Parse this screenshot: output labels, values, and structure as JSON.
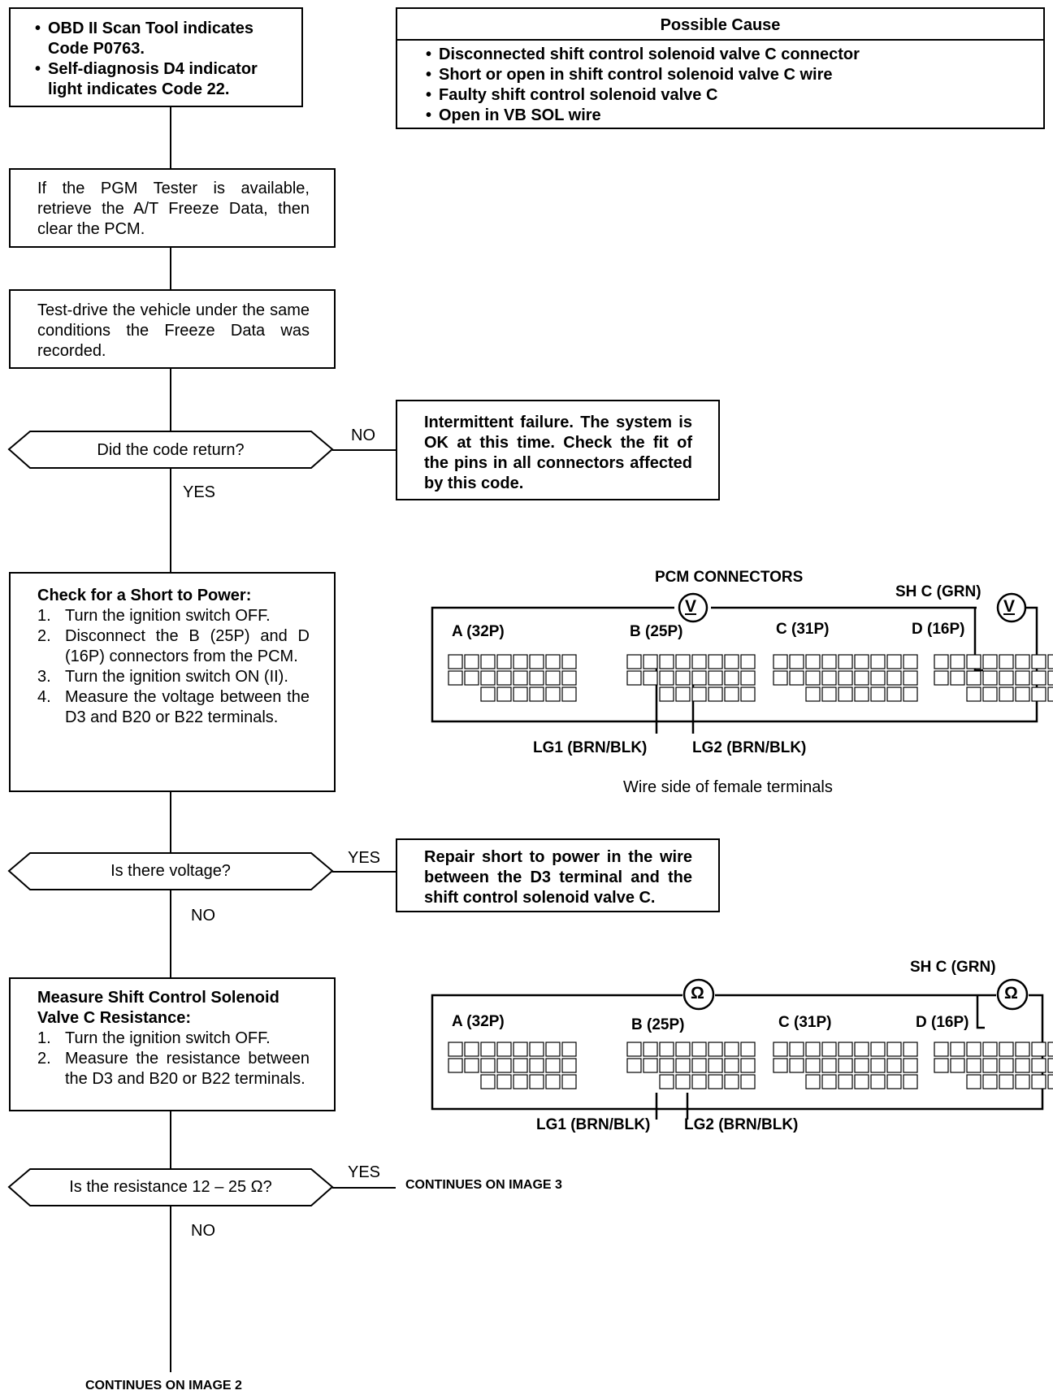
{
  "start_box": {
    "items": [
      "OBD II Scan Tool indicates Code P0763.",
      "Self-diagnosis D4 indicator light indicates Code 22."
    ],
    "d4_badge": "D4"
  },
  "possible_cause": {
    "title": "Possible Cause",
    "items": [
      "Disconnected shift control solenoid valve C connector",
      "Short or open in shift control solenoid valve C wire",
      "Faulty shift control solenoid valve C",
      "Open in VB SOL wire"
    ]
  },
  "pgm_box": "If the PGM Tester is available, retrieve the A/T Freeze Data, then clear the PCM.",
  "testdrive_box": "Test-drive the vehicle under the same conditions the Freeze Data was recorded.",
  "decision1": {
    "text": "Did the code return?",
    "no": "NO",
    "yes": "YES"
  },
  "intermittent_box": "Intermittent failure. The system is OK at this time. Check the fit of the pins in all connectors affected by this code.",
  "short_box": {
    "title": "Check for a Short to Power:",
    "steps": [
      {
        "n": "1.",
        "text": "Turn the ignition switch OFF."
      },
      {
        "n": "2.",
        "text": "Disconnect the B (25P) and D (16P) connectors from the PCM."
      },
      {
        "n": "3.",
        "text": "Turn the ignition switch ON (II)."
      },
      {
        "n": "4.",
        "text": "Measure the voltage between the D3 and B20 or B22 terminals."
      }
    ]
  },
  "decision2": {
    "text": "Is there voltage?",
    "yes": "YES",
    "no": "NO"
  },
  "repair_box": "Repair short to power in the wire between the D3 terminal and the shift control solenoid valve C.",
  "measure_box": {
    "title": "Measure Shift Control Solenoid Valve C Resistance:",
    "steps": [
      {
        "n": "1.",
        "text": "Turn the ignition switch OFF."
      },
      {
        "n": "2.",
        "text": "Measure the resistance between the D3 and B20 or B22 terminals."
      }
    ]
  },
  "decision3": {
    "text": "Is the resistance 12 – 25 Ω?",
    "yes": "YES",
    "no": "NO"
  },
  "continues_3": "CONTINUES ON IMAGE 3",
  "continues_2": "CONTINUES ON IMAGE 2",
  "diagram1": {
    "title": "PCM CONNECTORS",
    "shc": "SH C (GRN)",
    "meter": "V",
    "conn_a": "A (32P)",
    "conn_b": "B (25P)",
    "conn_c": "C (31P)",
    "conn_d": "D (16P)",
    "lg1": "LG1 (BRN/BLK)",
    "lg2": "LG2 (BRN/BLK)",
    "caption": "Wire side of female terminals"
  },
  "diagram2": {
    "shc": "SH C (GRN)",
    "meter": "Ω",
    "conn_a": "A (32P)",
    "conn_b": "B (25P)",
    "conn_c": "C (31P)",
    "conn_d": "D (16P)",
    "lg1": "LG1 (BRN/BLK)",
    "lg2": "LG2 (BRN/BLK)"
  }
}
